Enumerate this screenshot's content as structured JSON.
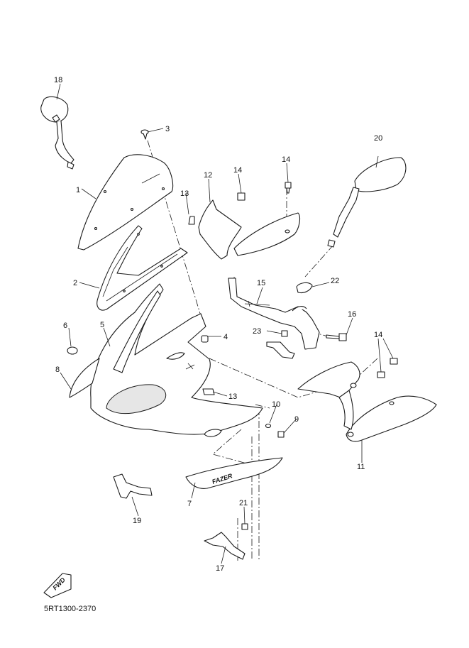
{
  "diagram": {
    "part_code": "5RT1300-2370",
    "fwd_label": "FWD",
    "stripe_logo": "FAZER",
    "callouts": [
      "1",
      "2",
      "3",
      "4",
      "5",
      "6",
      "7",
      "8",
      "9",
      "10",
      "11",
      "12",
      "13",
      "13",
      "14",
      "14",
      "14",
      "15",
      "16",
      "17",
      "18",
      "19",
      "20",
      "21",
      "22",
      "23"
    ]
  }
}
